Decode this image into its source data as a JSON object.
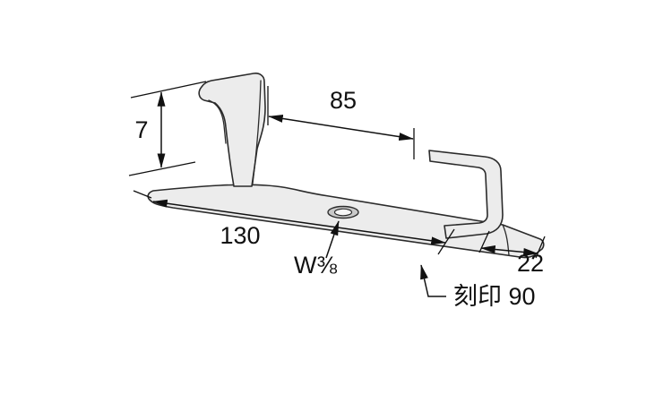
{
  "diagram": {
    "type": "technical-drawing",
    "subject": "metal stay bracket plate with two bent flanges and threaded center hole",
    "dimensions": {
      "flange_height": "7",
      "flange_spacing": "85",
      "plate_length": "130",
      "thread_size": "W⅜",
      "end_width": "22",
      "stamp_text": "刻印  90"
    },
    "colors": {
      "line_color": "#2b2b2b",
      "dim_color": "#111111",
      "part_fill": "#ececec",
      "hole_ring": "#c9c9c9",
      "hole_inner": "#f7f7f7",
      "background": "#ffffff"
    }
  }
}
